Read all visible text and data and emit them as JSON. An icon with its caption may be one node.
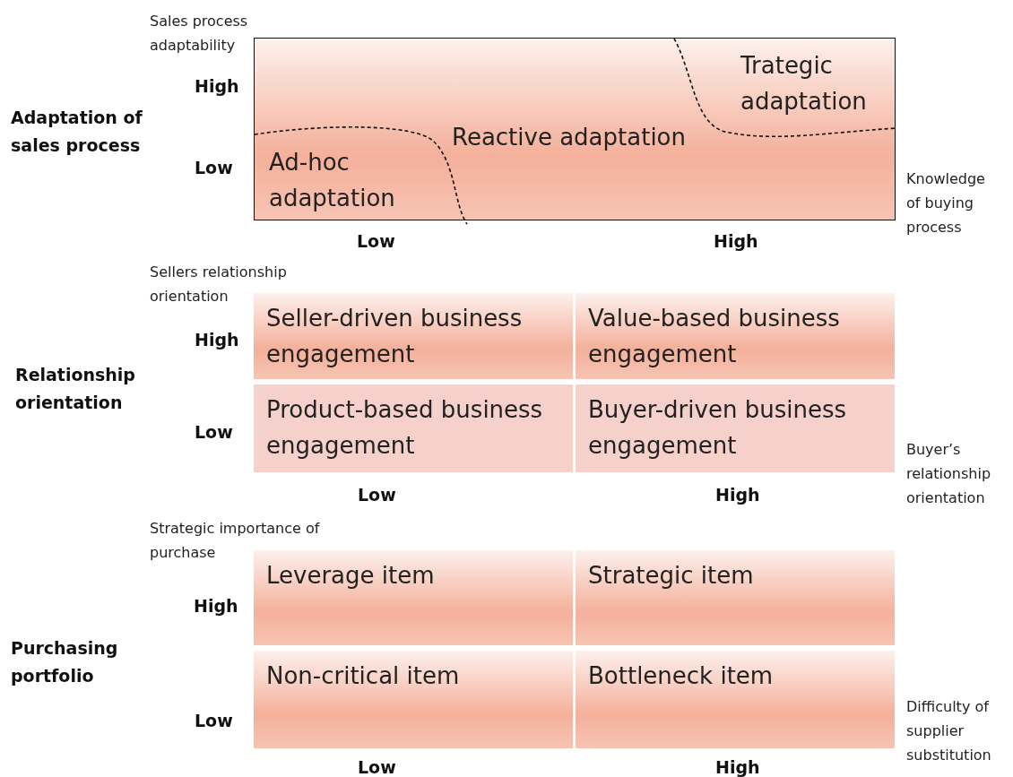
{
  "diagram": {
    "nodes": [
      {
        "text": [
          "Ad-hoc adaptation",
          "Reactive adaptation",
          "Trategic adaptation"
        ]
      },
      {
        "text": [
          "Seller-driven business engagement"
        ]
      },
      {
        "text": [
          "Value-based business engagement"
        ]
      },
      {
        "text": [
          "Product-based business engagement"
        ]
      },
      {
        "text": [
          "Buyer-driven business engagement"
        ]
      },
      {
        "text": [
          "Leverage item"
        ]
      },
      {
        "text": [
          "Strategic item"
        ]
      },
      {
        "text": [
          "Non-critical item"
        ]
      },
      {
        "text": [
          "Bottleneck item"
        ]
      }
    ],
    "edges": [],
    "labels": [
      "Sales process adaptability",
      "High",
      "Adaptation of sales process",
      "Low",
      "Knowledge of buying process",
      "Low",
      "High",
      "Sellers relationship orientation",
      "High",
      "Relationship orientation",
      "Low",
      "Buyer’s relationship orientation",
      "Low",
      "High",
      "Strategic importance of purchase",
      "High",
      "Purchasing portfolio",
      "Low",
      "Difficulty of supplier substitution",
      "Low",
      "High"
    ]
  }
}
